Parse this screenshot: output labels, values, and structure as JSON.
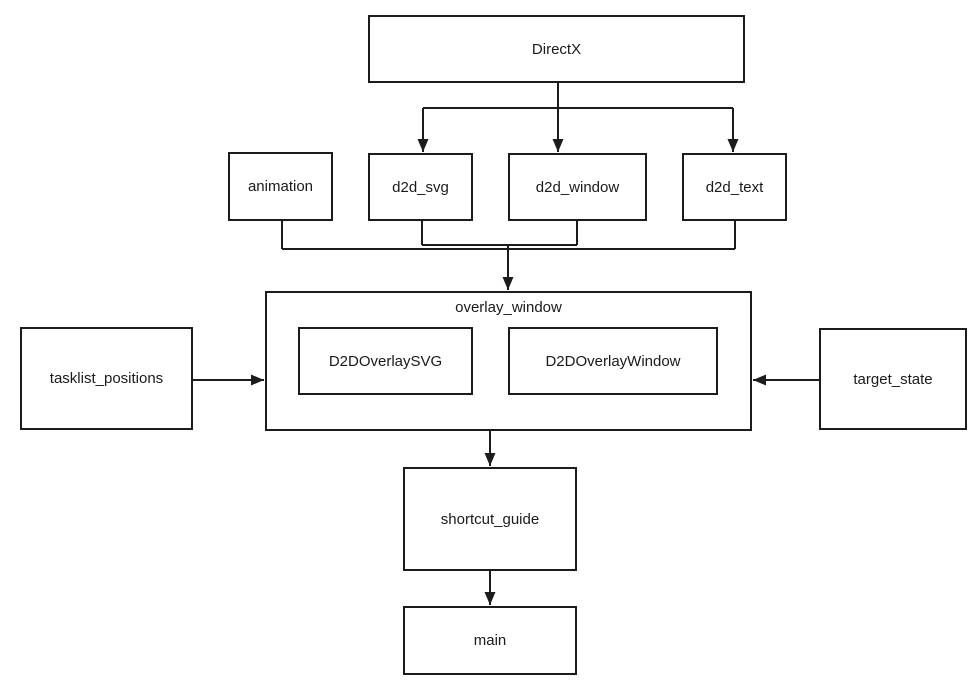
{
  "diagram": {
    "nodes": {
      "directx": {
        "label": "DirectX"
      },
      "animation": {
        "label": "animation"
      },
      "d2d_svg": {
        "label": "d2d_svg"
      },
      "d2d_window": {
        "label": "d2d_window"
      },
      "d2d_text": {
        "label": "d2d_text"
      },
      "overlay_window": {
        "label": "overlay_window"
      },
      "d2d_overlay_svg": {
        "label": "D2DOverlaySVG"
      },
      "d2d_overlay_window": {
        "label": "D2DOverlayWindow"
      },
      "tasklist_positions": {
        "label": "tasklist_positions"
      },
      "target_state": {
        "label": "target_state"
      },
      "shortcut_guide": {
        "label": "shortcut_guide"
      },
      "main": {
        "label": "main"
      }
    },
    "edges": [
      {
        "from": "DirectX",
        "to": "d2d_svg"
      },
      {
        "from": "DirectX",
        "to": "d2d_window"
      },
      {
        "from": "DirectX",
        "to": "d2d_text"
      },
      {
        "from": "animation",
        "to": "overlay_window"
      },
      {
        "from": "d2d_svg",
        "to": "overlay_window"
      },
      {
        "from": "d2d_window",
        "to": "overlay_window"
      },
      {
        "from": "d2d_text",
        "to": "overlay_window"
      },
      {
        "from": "tasklist_positions",
        "to": "overlay_window"
      },
      {
        "from": "target_state",
        "to": "overlay_window"
      },
      {
        "from": "overlay_window",
        "to": "shortcut_guide"
      },
      {
        "from": "shortcut_guide",
        "to": "main"
      }
    ],
    "colors": {
      "line": "#1c1c1c",
      "text": "#1a1a1a",
      "box_fill": "#ffffff",
      "background": "#ffffff"
    }
  }
}
